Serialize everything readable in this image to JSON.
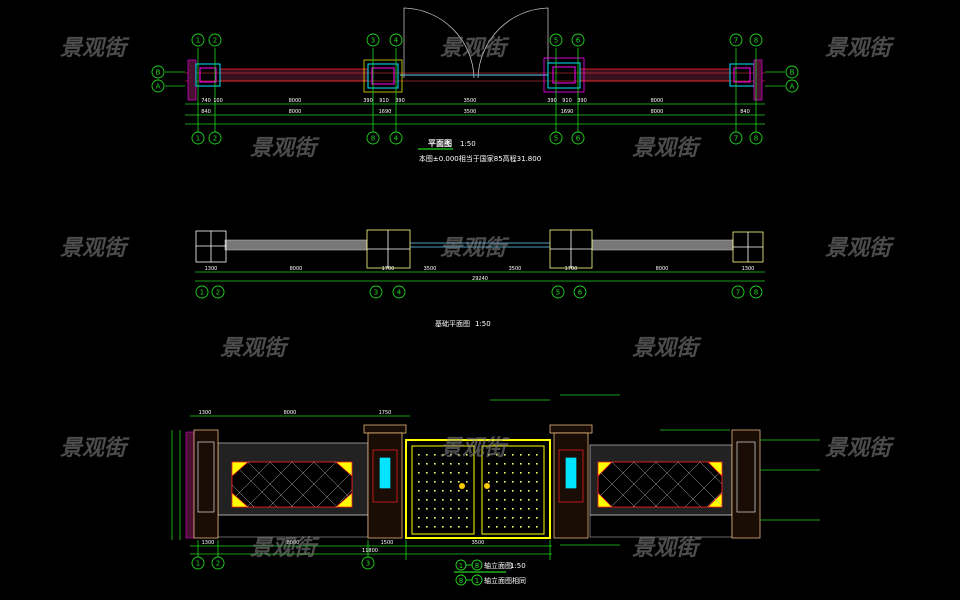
{
  "watermark": "景观街",
  "colors": {
    "green": "#21d321",
    "yellow": "#ffff00",
    "red": "#ff2020",
    "cyan": "#00e5ff",
    "magenta": "#ff00ff"
  },
  "plan": {
    "title": "平面图",
    "scale": "1:50",
    "note": "本图±0.000相当于国家85高程31.800",
    "axes_top": [
      "1",
      "2",
      "3",
      "4",
      "5",
      "6",
      "7",
      "8"
    ],
    "axes_bottom": [
      "1",
      "2",
      "8",
      "4",
      "5",
      "6",
      "7",
      "8"
    ],
    "axes_side": [
      "B",
      "A"
    ],
    "dims_row1": [
      "740",
      "100",
      "8000",
      "390",
      "910",
      "390",
      "3500",
      "390",
      "910",
      "390",
      "8000"
    ],
    "dims_row2": [
      "840",
      "8000",
      "1690",
      "3500",
      "1690",
      "8000",
      "840"
    ]
  },
  "foundation": {
    "title": "基础平面图",
    "scale": "1:50",
    "axes": [
      "1",
      "2",
      "3",
      "4",
      "5",
      "6",
      "7",
      "8"
    ],
    "dims": [
      "1300",
      "8000",
      "1700",
      "3500",
      "3500",
      "1700",
      "8000",
      "1300"
    ],
    "total": "29240"
  },
  "elevation": {
    "title": "轴立面图",
    "scale": "1:50",
    "subtitle": "轴立面图相同",
    "title_axes": [
      "1",
      "8"
    ],
    "subtitle_axes": [
      "8",
      "1"
    ],
    "axes": [
      "1",
      "2",
      "3"
    ],
    "dims": [
      "1300",
      "8000",
      "1500",
      "3500"
    ],
    "total": "11800",
    "top_dims": [
      "1300",
      "8000",
      "1750"
    ]
  }
}
